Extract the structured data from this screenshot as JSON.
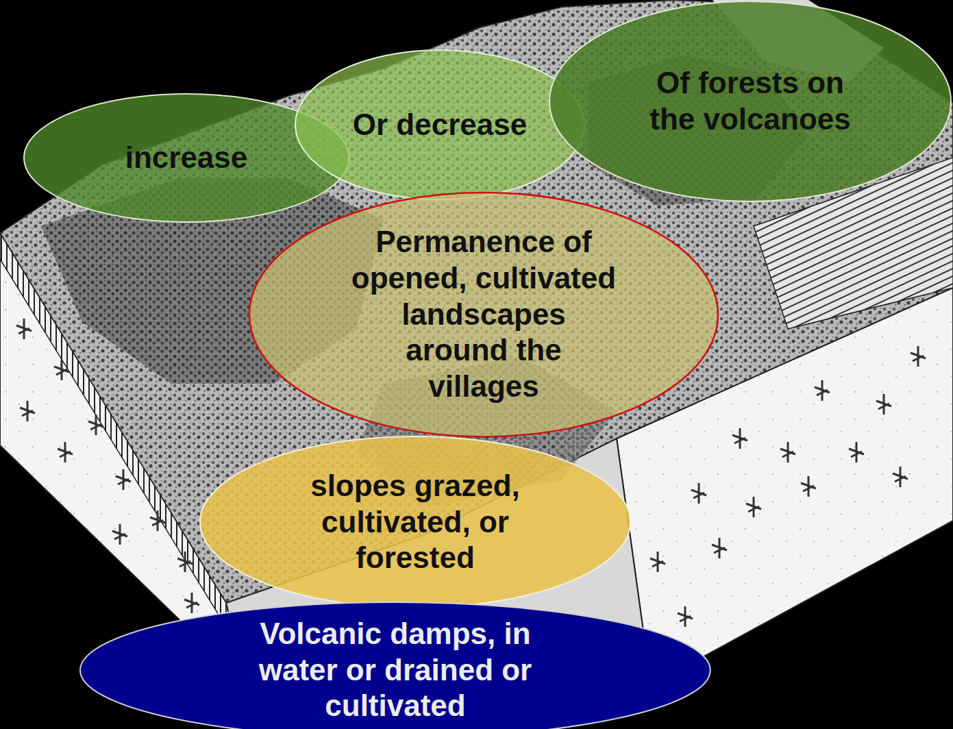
{
  "diagram": {
    "nodes": [
      {
        "text": [
          "increase"
        ]
      },
      {
        "text": [
          "Or decrease"
        ]
      },
      {
        "text": [
          "Of forests on the volcanoes"
        ]
      },
      {
        "text": [
          "Permanence of opened, cultivated landscapes around the villages"
        ]
      },
      {
        "text": [
          "slopes grazed, cultivated, or forested"
        ]
      },
      {
        "text": [
          "Volcanic damps, in water or drained or cultivated"
        ]
      }
    ]
  }
}
